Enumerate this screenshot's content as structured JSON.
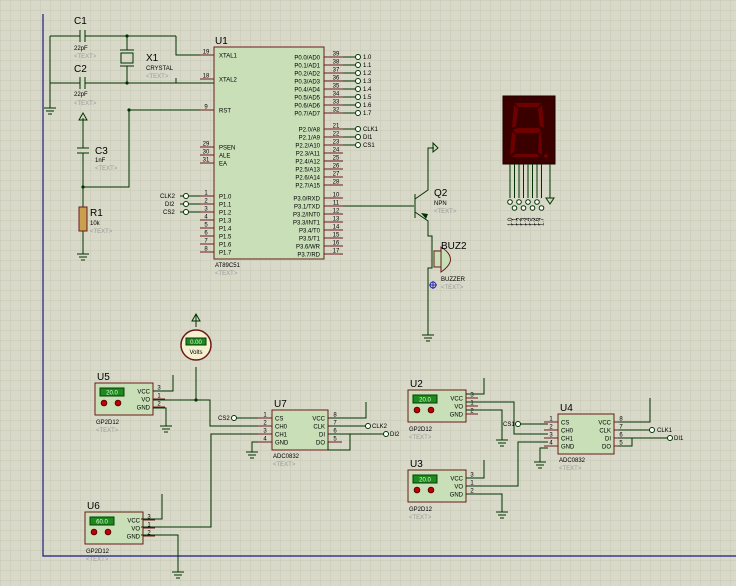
{
  "crystal": {
    "ref": "X1",
    "value": "CRYSTAL",
    "text": "<TEXT>"
  },
  "cap_c1": {
    "ref": "C1",
    "value": "22pF",
    "text": "<TEXT>"
  },
  "cap_c2": {
    "ref": "C2",
    "value": "22pF",
    "text": "<TEXT>"
  },
  "cap_c3": {
    "ref": "C3",
    "value": "1nF",
    "text": "<TEXT>"
  },
  "res_r1": {
    "ref": "R1",
    "value": "10k",
    "text": "<TEXT>"
  },
  "mcu": {
    "ref": "U1",
    "part": "AT89C51",
    "text": "<TEXT>",
    "left_pins": [
      {
        "num": "19",
        "name": "XTAL1"
      },
      {
        "num": "18",
        "name": "XTAL2"
      },
      {
        "num": "9",
        "name": "RST"
      },
      {
        "num": "29",
        "name": "PSEN"
      },
      {
        "num": "30",
        "name": "ALE"
      },
      {
        "num": "31",
        "name": "EA"
      },
      {
        "num": "1",
        "name": "P1.0"
      },
      {
        "num": "2",
        "name": "P1.1"
      },
      {
        "num": "3",
        "name": "P1.2"
      },
      {
        "num": "4",
        "name": "P1.3"
      },
      {
        "num": "5",
        "name": "P1.4"
      },
      {
        "num": "6",
        "name": "P1.5"
      },
      {
        "num": "7",
        "name": "P1.6"
      },
      {
        "num": "8",
        "name": "P1.7"
      }
    ],
    "right_pins": [
      {
        "num": "39",
        "name": "P0.0/AD0"
      },
      {
        "num": "38",
        "name": "P0.1/AD1"
      },
      {
        "num": "37",
        "name": "P0.2/AD2"
      },
      {
        "num": "36",
        "name": "P0.3/AD3"
      },
      {
        "num": "35",
        "name": "P0.4/AD4"
      },
      {
        "num": "34",
        "name": "P0.5/AD5"
      },
      {
        "num": "33",
        "name": "P0.6/AD6"
      },
      {
        "num": "32",
        "name": "P0.7/AD7"
      },
      {
        "num": "21",
        "name": "P2.0/A8"
      },
      {
        "num": "22",
        "name": "P2.1/A9"
      },
      {
        "num": "23",
        "name": "P2.2/A10"
      },
      {
        "num": "24",
        "name": "P2.3/A11"
      },
      {
        "num": "25",
        "name": "P2.4/A12"
      },
      {
        "num": "26",
        "name": "P2.5/A13"
      },
      {
        "num": "27",
        "name": "P2.6/A14"
      },
      {
        "num": "28",
        "name": "P2.7/A15"
      },
      {
        "num": "10",
        "name": "P3.0/RXD"
      },
      {
        "num": "11",
        "name": "P3.1/TXD"
      },
      {
        "num": "12",
        "name": "P3.2/INT0"
      },
      {
        "num": "13",
        "name": "P3.3/INT1"
      },
      {
        "num": "14",
        "name": "P3.4/T0"
      },
      {
        "num": "15",
        "name": "P3.5/T1"
      },
      {
        "num": "16",
        "name": "P3.6/WR"
      },
      {
        "num": "17",
        "name": "P3.7/RD"
      }
    ],
    "p0_labels": [
      "1.0",
      "1.1",
      "1.2",
      "1.3",
      "1.4",
      "1.5",
      "1.6",
      "1.7"
    ],
    "p2_labels": [
      "CLK1",
      "DI1",
      "CS1"
    ],
    "p1_labels": [
      "CLK2",
      "DI2",
      "CS2"
    ]
  },
  "transistor": {
    "ref": "Q2",
    "value": "NPN",
    "text": "<TEXT>"
  },
  "buzzer": {
    "ref": "BUZ2",
    "value": "BUZZER",
    "text": "<TEXT>"
  },
  "display": {
    "pin_labels": [
      "1.0",
      "1.1",
      "1.2",
      "1.3",
      "1.4",
      "1.5",
      "1.6",
      "1.7"
    ]
  },
  "voltmeter": {
    "unit": "Volts",
    "reading": "0.00"
  },
  "sensors": [
    {
      "ref": "U5",
      "part": "GP2D12",
      "text": "<TEXT>",
      "reading": "20.0"
    },
    {
      "ref": "U6",
      "part": "GP2D12",
      "text": "<TEXT>",
      "reading": "60.0"
    },
    {
      "ref": "U2",
      "part": "GP2D12",
      "text": "<TEXT>",
      "reading": "20.0"
    },
    {
      "ref": "U3",
      "part": "GP2D12",
      "text": "<TEXT>",
      "reading": "20.0"
    }
  ],
  "sensor_pins": [
    {
      "num": "3",
      "name": "VCC"
    },
    {
      "num": "1",
      "name": "VO"
    },
    {
      "num": "2",
      "name": "GND"
    }
  ],
  "adcs": [
    {
      "ref": "U7",
      "part": "ADC0832",
      "text": "<TEXT>",
      "cs_label": "CS2",
      "clk_label": "CLK2",
      "di_label": "DI2"
    },
    {
      "ref": "U4",
      "part": "ADC0832",
      "text": "<TEXT>",
      "cs_label": "CS1",
      "clk_label": "CLK1",
      "di_label": "DI1"
    }
  ],
  "adc_left_pins": [
    {
      "num": "1",
      "name": "CS"
    },
    {
      "num": "2",
      "name": "CH0"
    },
    {
      "num": "3",
      "name": "CH1"
    },
    {
      "num": "4",
      "name": "GND"
    }
  ],
  "adc_right_pins": [
    {
      "num": "8",
      "name": "VCC"
    },
    {
      "num": "7",
      "name": "CLK"
    },
    {
      "num": "6",
      "name": "DI"
    },
    {
      "num": "5",
      "name": "DO"
    }
  ],
  "colors": {
    "background": "#d9d9c9",
    "grid": "#c6c6b4",
    "component_fill": "#c8dfb8",
    "component_border": "#6b1a1a",
    "wire": "#003300",
    "frame": "#1a1a80",
    "display": "#3a0000",
    "segment": "#6e0000",
    "lcd": "#1c8a1c"
  }
}
